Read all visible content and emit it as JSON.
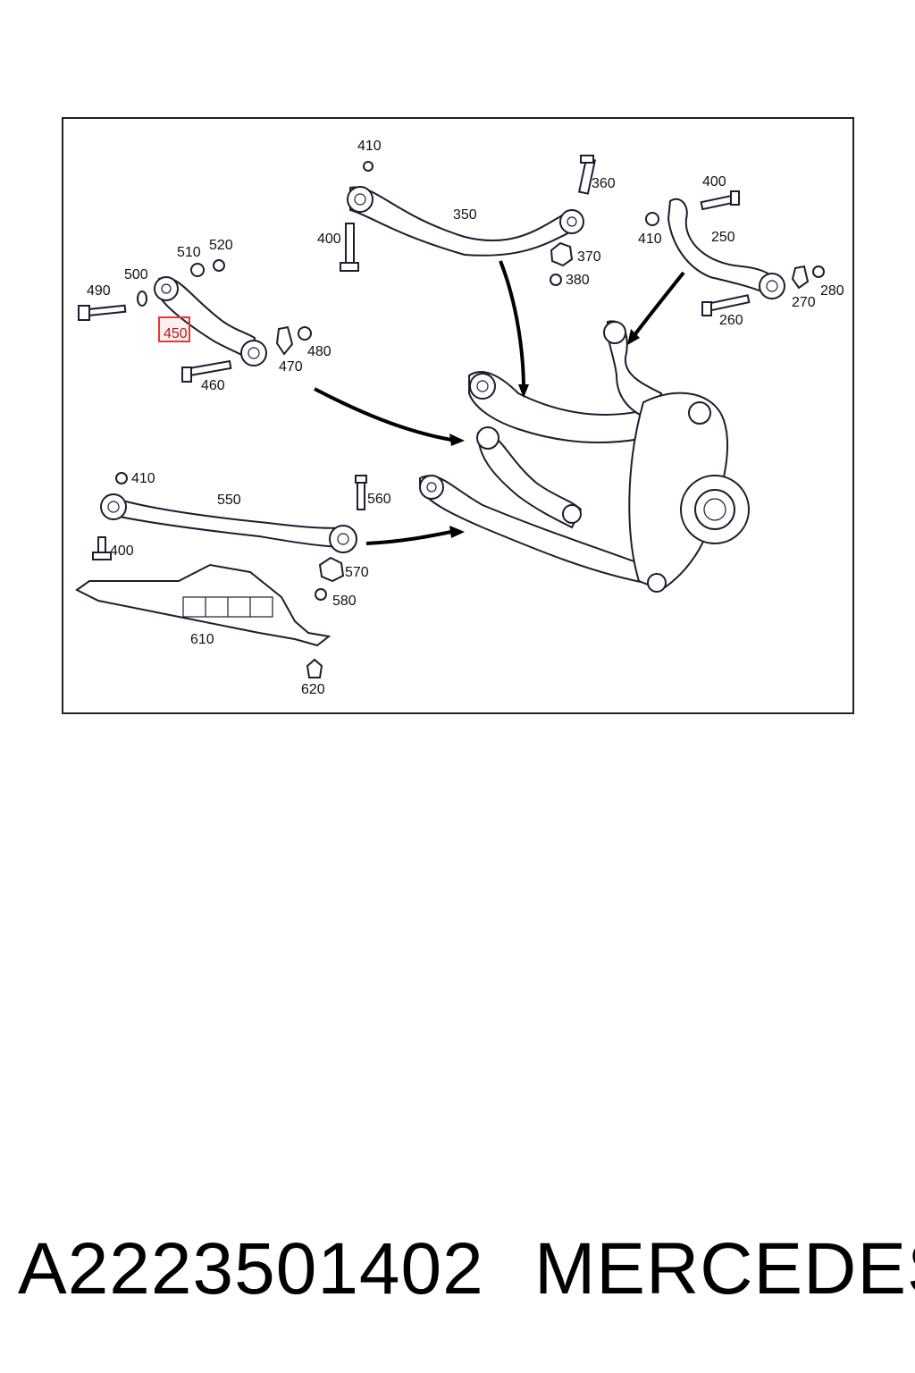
{
  "labels": {
    "l410a": "410",
    "l360": "360",
    "l350": "350",
    "l400a": "400",
    "l370": "370",
    "l380": "380",
    "l400b": "400",
    "l410b": "410",
    "l250": "250",
    "l280": "280",
    "l270": "270",
    "l260": "260",
    "l510": "510",
    "l520": "520",
    "l500": "500",
    "l490": "490",
    "l450": "450",
    "l470": "470",
    "l480": "480",
    "l460": "460",
    "l410c": "410",
    "l550": "550",
    "l560": "560",
    "l400c": "400",
    "l570": "570",
    "l580": "580",
    "l610": "610",
    "l620": "620"
  },
  "highlighted_part": "450",
  "caption": {
    "part_number": "A2223501402",
    "brand": "MERCEDES"
  },
  "colors": {
    "highlight": "#e53935",
    "line": "#1d1d2e"
  }
}
